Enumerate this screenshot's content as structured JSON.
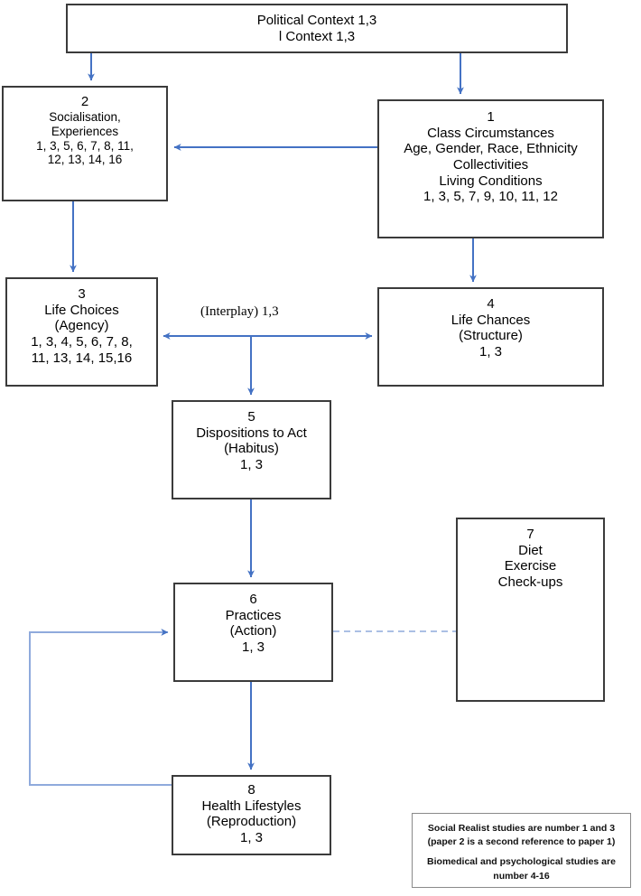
{
  "diagram": {
    "title_box": {
      "line1": "Political Context 1,3",
      "line2": "l Context 1,3"
    },
    "interplay_label": "(Interplay) 1,3",
    "arrow_color": "#4472C4",
    "box_border_color": "#3b3b3b",
    "boxes": [
      {
        "id": "box-1",
        "num": "1",
        "lines": [
          "Class Circumstances",
          "Age, Gender, Race, Ethnicity",
          "Collectivities",
          "Living Conditions",
          "1, 3, 5, 7, 9, 10, 11, 12"
        ]
      },
      {
        "id": "box-2",
        "num": "2",
        "lines": [
          "Socialisation,",
          "Experiences",
          "1, 3, 5, 6, 7, 8, 11,",
          "12, 13, 14, 16"
        ]
      },
      {
        "id": "box-3",
        "num": "3",
        "lines": [
          "Life Choices",
          "(Agency)",
          "1, 3, 4, 5, 6, 7, 8,",
          "11, 13, 14, 15,16"
        ]
      },
      {
        "id": "box-4",
        "num": "4",
        "lines": [
          "Life Chances",
          "(Structure)",
          "1, 3"
        ]
      },
      {
        "id": "box-5",
        "num": "5",
        "lines": [
          "Dispositions to Act",
          "(Habitus)",
          "1, 3"
        ]
      },
      {
        "id": "box-6",
        "num": "6",
        "lines": [
          "Practices",
          "(Action)",
          "1, 3"
        ]
      },
      {
        "id": "box-7",
        "num": "7",
        "lines": [
          "Diet",
          "Exercise",
          "Check-ups"
        ]
      },
      {
        "id": "box-8",
        "num": "8",
        "lines": [
          "Health Lifestyles",
          "(Reproduction)",
          "1, 3"
        ]
      }
    ],
    "legend": {
      "line1": "Social Realist studies are number 1 and 3",
      "line2": "(paper 2 is a second reference to paper 1)",
      "line3": "Biomedical and psychological studies are",
      "line4": "number 4-16"
    }
  }
}
